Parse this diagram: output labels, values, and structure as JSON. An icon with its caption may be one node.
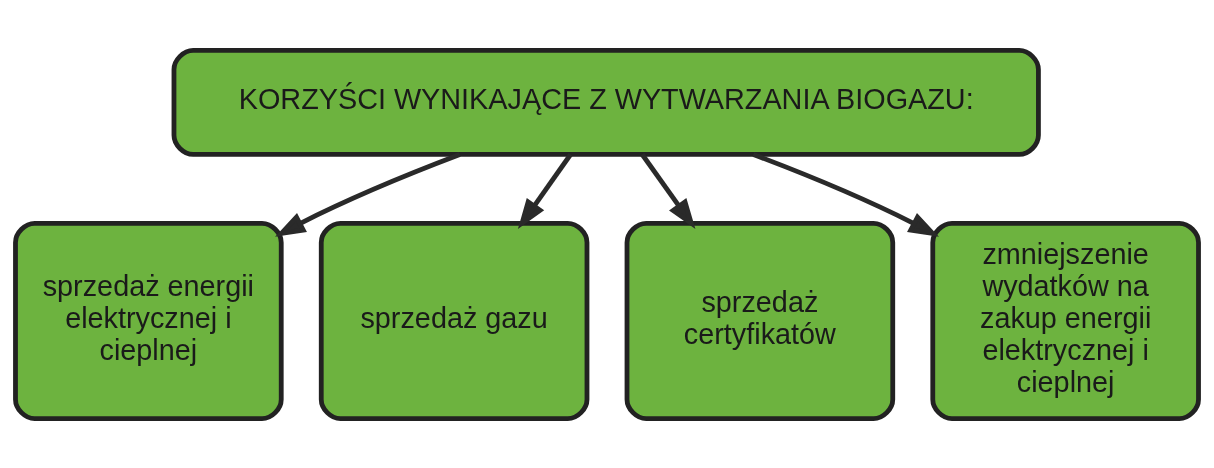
{
  "diagram": {
    "nodes": [
      {
        "text": [
          "KORZYŚCI WYNIKAJĄCE Z WYTWARZANIA BIOGAZU:"
        ]
      },
      {
        "text": [
          "sprzedaż energii elektrycznej i cieplnej"
        ]
      },
      {
        "text": [
          "sprzedaż gazu"
        ]
      },
      {
        "text": [
          "sprzedaż certyfikatów"
        ]
      },
      {
        "text": [
          "zmniejszenie wydatków na zakup energii elektrycznej i cieplnej"
        ]
      }
    ],
    "edges": [
      {
        "from": 0,
        "to": 1,
        "arrow": "to"
      },
      {
        "from": 0,
        "to": 2,
        "arrow": "to"
      },
      {
        "from": 0,
        "to": 3,
        "arrow": "to"
      },
      {
        "from": 0,
        "to": 4,
        "arrow": "to"
      }
    ]
  }
}
